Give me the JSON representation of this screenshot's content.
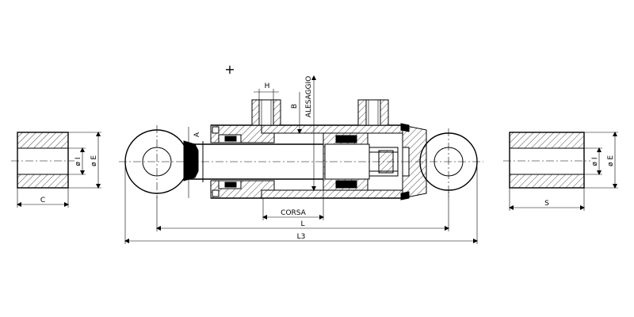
{
  "labels": {
    "H": "H",
    "B": "B",
    "alesaggio": "ALESAGGIO",
    "A": "A",
    "corsa": "CORSA",
    "L": "L",
    "L3": "L3",
    "C": "C",
    "S": "S",
    "phi_i_left": "ø I",
    "phi_e_left": "ø E",
    "phi_i_right": "ø I",
    "phi_e_right": "ø E",
    "plus": "+"
  },
  "colors": {
    "line": "#000000",
    "background": "#ffffff"
  }
}
